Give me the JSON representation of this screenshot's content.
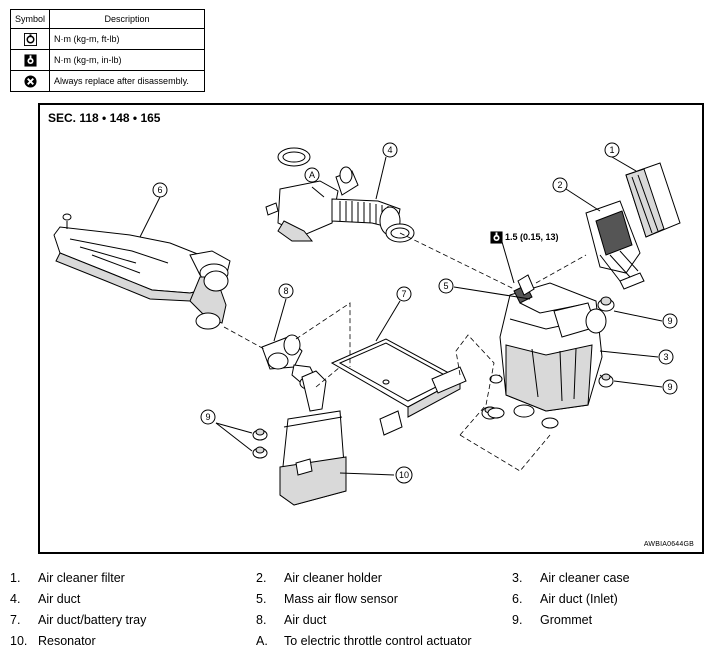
{
  "symbol_table": {
    "headers": {
      "symbol": "Symbol",
      "description": "Description"
    },
    "rows": [
      {
        "icon": "torque-wrench-icon",
        "description": "N·m (kg-m, ft-lb)"
      },
      {
        "icon": "torque-wrench-small-icon",
        "description": "N·m (kg-m, in-lb)"
      },
      {
        "icon": "always-replace-icon",
        "description": "Always replace after disassembly."
      }
    ]
  },
  "diagram": {
    "section": "SEC. 118 • 148 • 165",
    "code": "AWBIA0644GB",
    "torque": "1.5 (0.15, 13)",
    "callouts": {
      "c1": "1",
      "c2": "2",
      "c3": "3",
      "c4": "4",
      "c5": "5",
      "c6": "6",
      "c7": "7",
      "c8": "8",
      "c9a": "9",
      "c9b": "9",
      "c9c": "9",
      "c10": "10",
      "cA": "A"
    }
  },
  "legend": [
    {
      "num": "1.",
      "text": "Air cleaner filter"
    },
    {
      "num": "2.",
      "text": "Air cleaner holder"
    },
    {
      "num": "3.",
      "text": "Air cleaner case"
    },
    {
      "num": "4.",
      "text": "Air duct"
    },
    {
      "num": "5.",
      "text": "Mass air flow sensor"
    },
    {
      "num": "6.",
      "text": "Air duct (Inlet)"
    },
    {
      "num": "7.",
      "text": "Air duct/battery tray"
    },
    {
      "num": "8.",
      "text": "Air duct"
    },
    {
      "num": "9.",
      "text": "Grommet"
    },
    {
      "num": "10.",
      "text": "Resonator"
    },
    {
      "num": "A.",
      "text": "To electric throttle control actuator"
    }
  ]
}
